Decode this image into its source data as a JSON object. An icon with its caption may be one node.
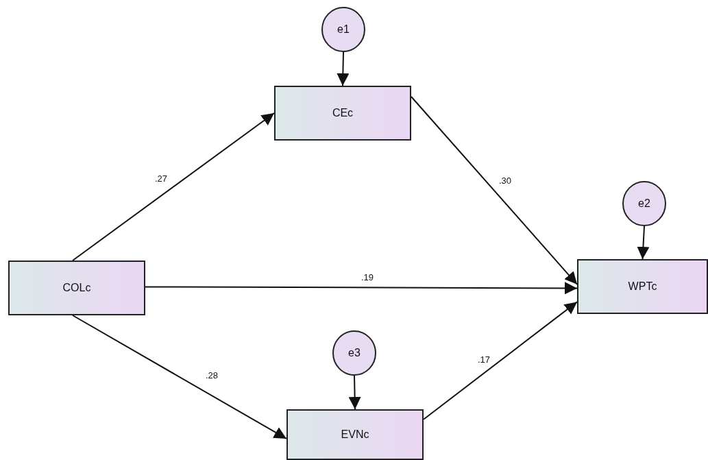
{
  "diagram": {
    "nodes": [
      {
        "text": [
          "e1"
        ]
      },
      {
        "text": [
          "CEc"
        ]
      },
      {
        "text": [
          "e2"
        ]
      },
      {
        "text": [
          "COLc"
        ]
      },
      {
        "text": [
          "WPTc"
        ]
      },
      {
        "text": [
          "e3"
        ]
      },
      {
        "text": [
          "EVNc"
        ]
      }
    ],
    "edges": [
      {
        "from": 0,
        "to": 1,
        "arrow": "to"
      },
      {
        "from": 3,
        "to": 1,
        "arrow": "to",
        "label": ".27"
      },
      {
        "from": 1,
        "to": 4,
        "arrow": "to",
        "label": ".30"
      },
      {
        "from": 2,
        "to": 4,
        "arrow": "to"
      },
      {
        "from": 3,
        "to": 4,
        "arrow": "to",
        "label": ".19"
      },
      {
        "from": 3,
        "to": 6,
        "arrow": "to",
        "label": ".28"
      },
      {
        "from": 5,
        "to": 6,
        "arrow": "to"
      },
      {
        "from": 6,
        "to": 4,
        "arrow": "to",
        "label": ".17"
      }
    ]
  }
}
